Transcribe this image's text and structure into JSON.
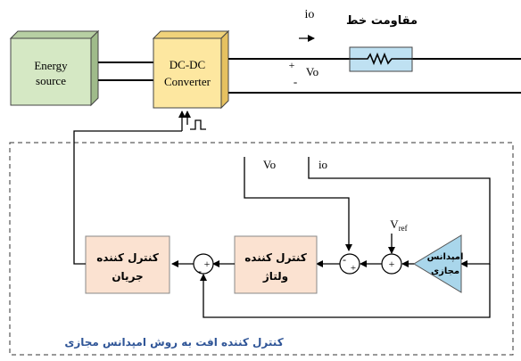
{
  "energy_source": {
    "line1": "Energy",
    "line2": "source"
  },
  "converter": {
    "line1": "DC-DC",
    "line2": "Converter"
  },
  "line_resistance": "مقاومت خط",
  "current_top": "io",
  "voltage": {
    "plus": "+",
    "minus": "-",
    "label": "Vo"
  },
  "feedback": {
    "vo": "Vo",
    "io": "io"
  },
  "vref": {
    "main": "V",
    "sub": "ref"
  },
  "virtual_impedance": {
    "line1": "امپدانس",
    "line2": "مجازی"
  },
  "voltage_controller": {
    "line1": "کنترل کننده",
    "line2": "ولتاژ"
  },
  "current_controller": {
    "line1": "کنترل کننده",
    "line2": "جریان"
  },
  "sum_marks": {
    "plus": "+",
    "minus": "-"
  },
  "caption": "کنترل کننده افت به روش امپدانس مجازی",
  "colors": {
    "energy_box": "#d5e8c4",
    "converter_box": "#fde7a0",
    "controller_box": "#fbe2d1",
    "resistor_box": "#bfe1f2",
    "impedance": "#a9d6eb",
    "caption": "#2f5597"
  }
}
